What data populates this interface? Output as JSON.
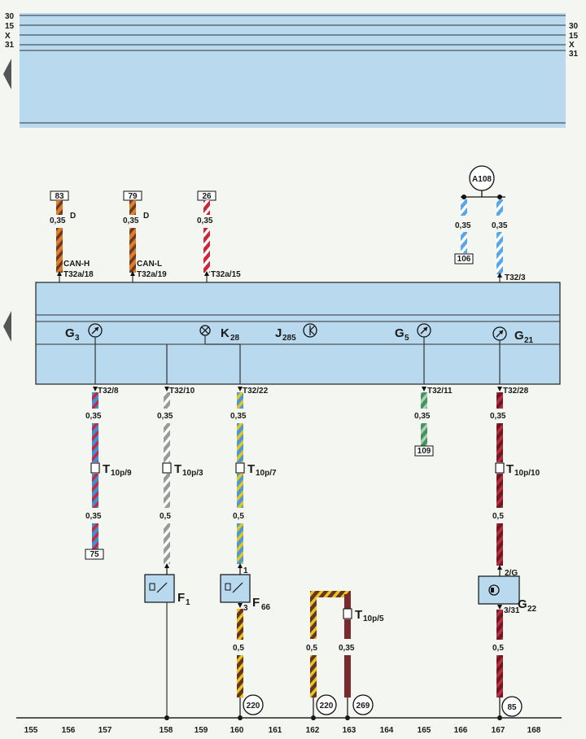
{
  "rails": {
    "left": [
      "30",
      "15",
      "X",
      "31"
    ],
    "right": [
      "30",
      "15",
      "X",
      "31"
    ]
  },
  "cluster": {
    "components": [
      {
        "id": "g3",
        "main": "G",
        "sub": "3"
      },
      {
        "id": "k28",
        "main": "K",
        "sub": "28"
      },
      {
        "id": "j285",
        "main": "J",
        "sub": "285"
      },
      {
        "id": "g5",
        "main": "G",
        "sub": "5"
      },
      {
        "id": "g21",
        "main": "G",
        "sub": "21"
      }
    ]
  },
  "top_wires": [
    {
      "id": "w156",
      "ref": "83",
      "gauge": "0,35",
      "tag": "D",
      "signal": "CAN-H",
      "pin": "T32a/18"
    },
    {
      "id": "w157",
      "ref": "79",
      "gauge": "0,35",
      "tag": "D",
      "signal": "CAN-L",
      "pin": "T32a/19"
    },
    {
      "id": "w159",
      "ref": "26",
      "gauge": "0,35",
      "pin": "T32a/15"
    },
    {
      "id": "w165",
      "ref": "106",
      "gauge": "0,35"
    },
    {
      "id": "w167",
      "gauge": "0,35",
      "pin": "T32/3"
    }
  ],
  "top_node": "A108",
  "bottom_wires": [
    {
      "id": "b156",
      "pin": "T32/8",
      "gauge1": "0,35",
      "conn_main": "T",
      "conn_sub": "10p/9",
      "gauge2": "0,35",
      "ref": "75"
    },
    {
      "id": "b158",
      "pin": "T32/10",
      "gauge1": "0,35",
      "conn_main": "T",
      "conn_sub": "10p/3",
      "gauge2": "0,5"
    },
    {
      "id": "b160",
      "pin": "T32/22",
      "gauge1": "0,35",
      "conn_main": "T",
      "conn_sub": "10p/7",
      "gauge2": "0,5",
      "term_in": "1",
      "term_out": "3",
      "gauge3": "0,5",
      "ground": "220"
    },
    {
      "id": "b165",
      "pin": "T32/11",
      "gauge1": "0,35",
      "ref": "109"
    },
    {
      "id": "b167",
      "pin": "T32/28",
      "gauge1": "0,35",
      "conn_main": "T",
      "conn_sub": "10p/10",
      "gauge2": "0,5",
      "term_in": "2/G",
      "term_out": "3/31",
      "gauge3": "0,5",
      "ground": "85"
    }
  ],
  "loop": {
    "gauge_left": "0,5",
    "gauge_right": "0,35",
    "conn_main": "T",
    "conn_sub": "10p/5",
    "ground_left": "220",
    "ground_right": "269"
  },
  "devices": [
    {
      "id": "f1",
      "main": "F",
      "sub": "1"
    },
    {
      "id": "f66",
      "main": "F",
      "sub": "66"
    },
    {
      "id": "g22",
      "main": "G",
      "sub": "22"
    }
  ],
  "columns": [
    "155",
    "156",
    "157",
    "158",
    "159",
    "160",
    "161",
    "162",
    "163",
    "164",
    "165",
    "166",
    "167",
    "168"
  ],
  "colors": {
    "band": "#b8d9ee",
    "orange": "#e07b2a",
    "red": "#c8283a",
    "blue": "#3f8fd6",
    "brown": "#7a3a2a",
    "green": "#3a9a5a",
    "yellow": "#e8c620",
    "maroon": "#7e1e2a",
    "grey": "#9a9a9a",
    "white": "#ffffff"
  }
}
